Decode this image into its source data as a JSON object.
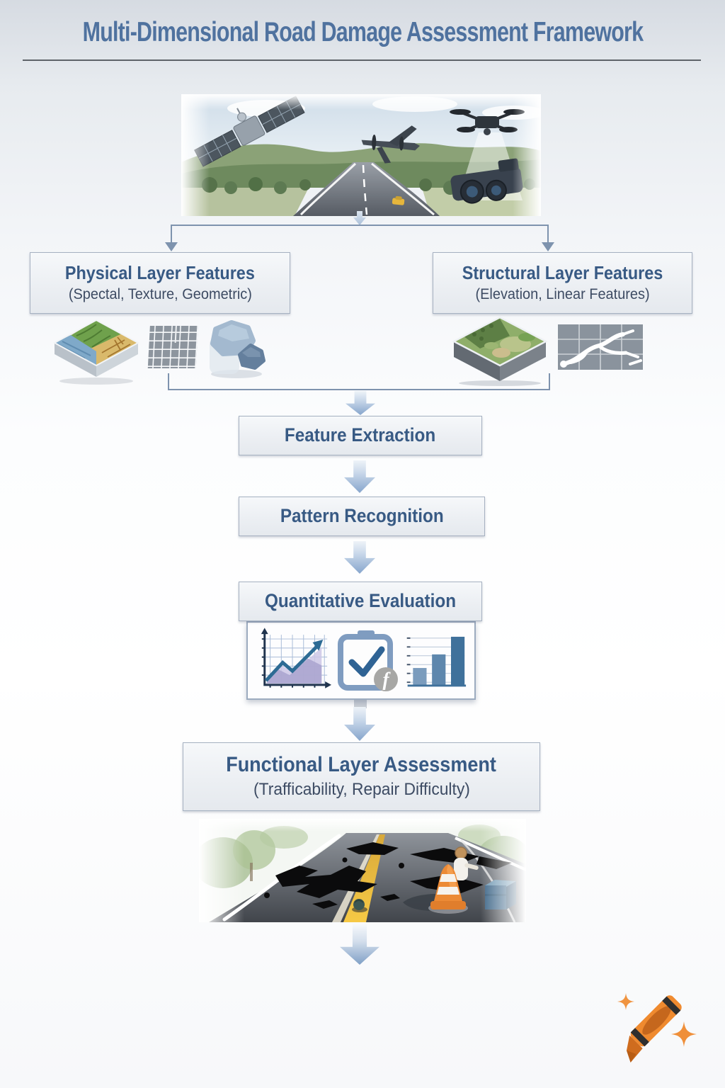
{
  "header": {
    "title": "Multi-Dimensional Road Damage Assessment Framework"
  },
  "top_illustration": {
    "icons": [
      "satellite-icon",
      "airplane-icon",
      "drone-icon",
      "stereo-camera-icon",
      "highway-scene"
    ]
  },
  "branches": [
    {
      "id": "physical",
      "title": "Physical Layer Features",
      "subtitle": "(Spectal, Texture, Geometric)",
      "icons": [
        "terrain-map-icon",
        "texture-grid-icon",
        "geometric-stones-icon"
      ]
    },
    {
      "id": "structural",
      "title": "Structural Layer Features",
      "subtitle": "(Elevation, Linear Features)",
      "icons": [
        "elevation-block-icon",
        "linear-features-icon"
      ]
    }
  ],
  "pipeline": [
    {
      "label": "Feature Extraction"
    },
    {
      "label": "Pattern Recognition"
    },
    {
      "label": "Quantitative Evaluation"
    }
  ],
  "evaluation_panel": {
    "icons": [
      "line-chart-icon",
      "checklist-icon",
      "bar-chart-icon"
    ],
    "function_glyph": "f"
  },
  "final_stage": {
    "title": "Functional Layer Assessment",
    "subtitle": "(Trafficability, Repair Difficulty)"
  },
  "bottom_illustration": {
    "icons": [
      "damaged-road-scene",
      "traffic-cone-icon",
      "worker-figure",
      "toolbox-icon"
    ]
  },
  "watermark": {
    "icons": [
      "crayon-icon",
      "sparkle-icon",
      "sparkle-icon"
    ]
  },
  "colors": {
    "title_text": "#4f729f",
    "box_title_text": "#385a84",
    "box_subtitle_text": "#3d4b63",
    "box_border": "#a6b1c1",
    "connector": "#7e93ae",
    "arrow_gradient_start": "#eef3f8",
    "arrow_gradient_end": "#86a5cc",
    "crayon_orange": "#ef8a2f"
  }
}
